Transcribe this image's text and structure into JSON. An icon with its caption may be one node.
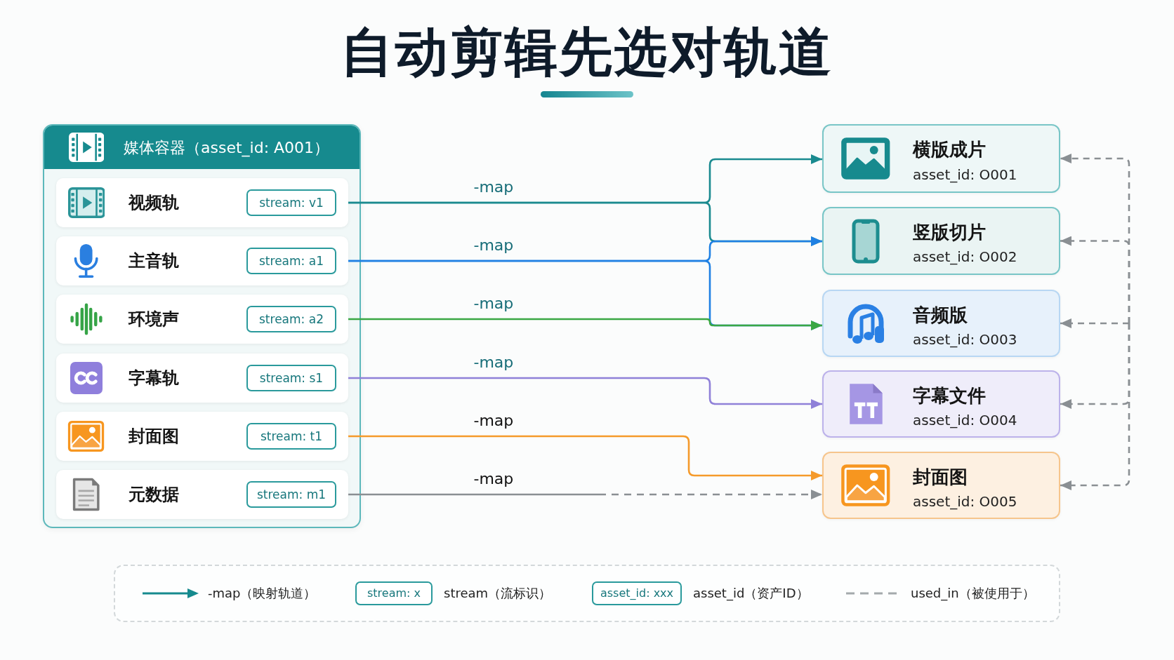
{
  "diagram": {
    "title": "自动剪辑先选对轨道",
    "nodes": [
      {
        "text": [
          "媒体容器（asset_id: A001）"
        ]
      },
      {
        "text": [
          "视频轨"
        ],
        "in": 0
      },
      {
        "text": [
          "stream: v1"
        ],
        "in": 1
      },
      {
        "text": [
          "主音轨"
        ],
        "in": 0
      },
      {
        "text": [
          "stream: a1"
        ],
        "in": 3
      },
      {
        "text": [
          "环境声"
        ],
        "in": 0
      },
      {
        "text": [
          "stream: a2"
        ],
        "in": 5
      },
      {
        "text": [
          "字幕轨"
        ],
        "in": 0
      },
      {
        "text": [
          "stream: s1"
        ],
        "in": 7
      },
      {
        "text": [
          "封面图"
        ],
        "in": 0
      },
      {
        "text": [
          "stream: t1"
        ],
        "in": 9
      },
      {
        "text": [
          "元数据"
        ],
        "in": 0
      },
      {
        "text": [
          "stream: m1"
        ],
        "in": 11
      },
      {
        "text": [
          "横版成片",
          "asset_id: O001"
        ]
      },
      {
        "text": [
          "竖版切片",
          "asset_id: O002"
        ]
      },
      {
        "text": [
          "音频版",
          "asset_id: O003"
        ]
      },
      {
        "text": [
          "字幕文件",
          "asset_id: O004"
        ]
      },
      {
        "text": [
          "封面图",
          "asset_id: O005"
        ]
      },
      {
        "text": [
          "stream: x"
        ]
      },
      {
        "text": [
          "asset_id: xxx"
        ]
      }
    ],
    "edges": [
      {
        "from": 1,
        "to": 13,
        "arrow": "to",
        "label": "-map",
        "color": "#1a8a8f"
      },
      {
        "from": 1,
        "to": 14,
        "arrow": "to",
        "color": "#1a8a8f"
      },
      {
        "from": 3,
        "to": 14,
        "arrow": "to",
        "label": "-map",
        "color": "#1f80e3"
      },
      {
        "from": 3,
        "to": 15,
        "arrow": "to",
        "color": "#1f80e3"
      },
      {
        "from": 5,
        "to": 15,
        "arrow": "to",
        "label": "-map",
        "color": "#3aa744"
      },
      {
        "from": 7,
        "to": 16,
        "arrow": "to",
        "label": "-map",
        "color": "#8f80d8"
      },
      {
        "from": 9,
        "to": 17,
        "arrow": "to",
        "label": "-map",
        "color": "#f59a2b"
      },
      {
        "from": 11,
        "to": 17,
        "arrow": "to",
        "label": "-map",
        "style": "dashed"
      },
      {
        "from": null,
        "to": 13,
        "arrow": "to",
        "style": "dashed"
      },
      {
        "from": null,
        "to": 14,
        "arrow": "to",
        "style": "dashed"
      },
      {
        "from": null,
        "to": 15,
        "arrow": "to",
        "style": "dashed"
      },
      {
        "from": null,
        "to": 16,
        "arrow": "to",
        "style": "dashed"
      },
      {
        "from": null,
        "to": 17,
        "arrow": "to",
        "style": "dashed"
      }
    ],
    "legend": [
      {
        "text": "-map（映射轨道）"
      },
      {
        "text": "stream（流标识）"
      },
      {
        "text": "asset_id（资产ID）"
      },
      {
        "text": "used_in（被使用于）"
      }
    ]
  }
}
